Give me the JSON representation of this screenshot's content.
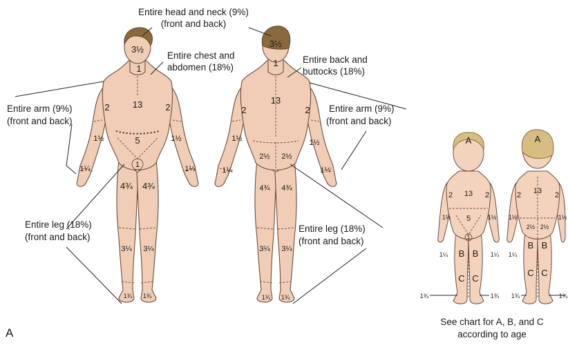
{
  "adult_front": {
    "head": "3½",
    "neck": "1",
    "chest": "13",
    "abdomen": "5",
    "upper_arm_left": "2",
    "upper_arm_right": "2",
    "forearm_left": "1½",
    "forearm_right": "1½",
    "hand_left": "1¼",
    "hand_right": "1¼",
    "genitalia": "1",
    "thigh_left": "4¾",
    "thigh_right": "4¾",
    "leg_left": "3¼",
    "leg_right": "3¼",
    "foot_left": "1¾",
    "foot_right": "1¾"
  },
  "adult_back": {
    "head": "3½",
    "neck": "1",
    "back": "13",
    "upper_arm_left": "2",
    "upper_arm_right": "2",
    "forearm_left": "1½",
    "forearm_right": "1½",
    "hand_left": "1¼",
    "hand_right": "1¼",
    "buttock_left": "2½",
    "buttock_right": "2½",
    "thigh_left": "4¾",
    "thigh_right": "4¾",
    "leg_left": "3¼",
    "leg_right": "3¼",
    "foot_left": "1¾",
    "foot_right": "1¾"
  },
  "annotations": {
    "head_neck": "Entire head and neck (9%)",
    "head_neck_sub": "(front and back)",
    "chest_abdomen": "Entire chest and",
    "chest_abdomen_sub": "abdomen (18%)",
    "back_buttocks": "Entire back and",
    "back_buttocks_sub": "buttocks (18%)",
    "arm_left": "Entire arm (9%)",
    "arm_left_sub": "(front and back)",
    "arm_right": "Entire arm (9%)",
    "arm_right_sub": "(front and back)",
    "leg_left": "Entire leg (18%)",
    "leg_left_sub": "(front and back)",
    "leg_right": "Entire leg (18%)",
    "leg_right_sub": "(front and back)"
  },
  "child_front": {
    "head": "A",
    "chest": "13",
    "abdomen": "5",
    "upper_arm_left": "2",
    "upper_arm_right": "2",
    "forearm_left": "1½",
    "forearm_right": "1½",
    "hand_left": "1¼",
    "hand_right": "1¼",
    "genitalia": "1",
    "thigh_left": "B",
    "thigh_right": "B",
    "leg_left": "C",
    "leg_right": "C",
    "foot_left": "1¾",
    "foot_right": "1¾"
  },
  "child_back": {
    "head": "A",
    "back": "13",
    "upper_arm_left": "2",
    "upper_arm_right": "2",
    "forearm_left": "1½",
    "forearm_right": "1½",
    "hand_left": "1¼",
    "buttock_left": "2½",
    "buttock_right": "2½",
    "thigh_left": "B",
    "thigh_right": "B",
    "leg_left": "C",
    "leg_right": "C",
    "foot_left": "1¾",
    "foot_right": "1¾"
  },
  "child_caption_line1": "See chart for A, B, and C",
  "child_caption_line2": "according to age",
  "figure_label": "A"
}
